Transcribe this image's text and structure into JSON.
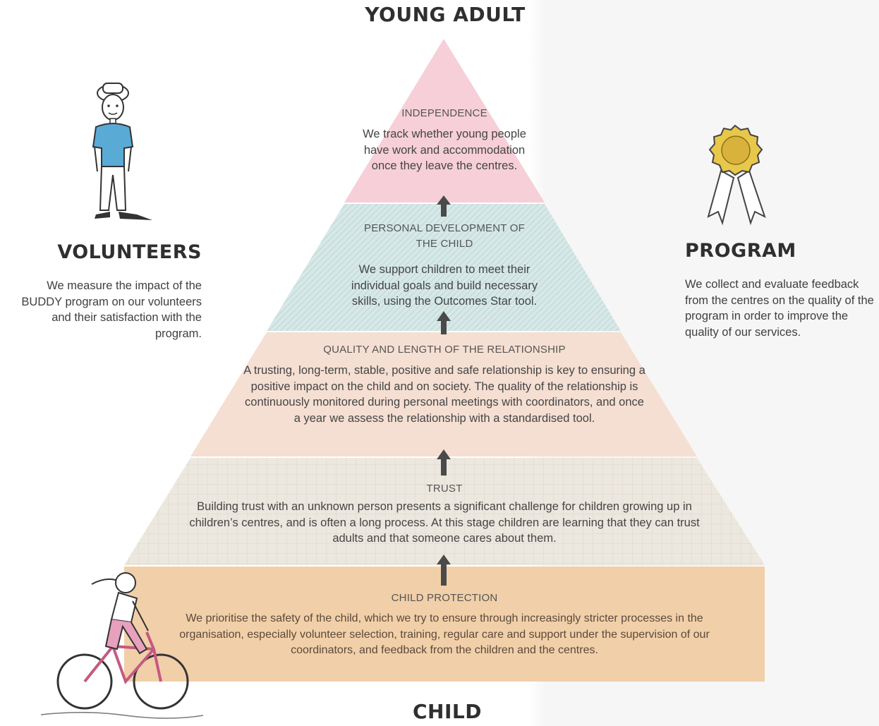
{
  "top_label": "YOUNG ADULT",
  "bottom_label": "CHILD",
  "volunteers": {
    "title": "VOLUNTEERS",
    "text": "We measure the impact of the BUDDY program on our volunteers and their satisfaction with the program."
  },
  "program": {
    "title": "PROGRAM",
    "text": "We collect and evaluate feedback from the centres on the quality of the program in order to improve the quality of our services."
  },
  "tiers": [
    {
      "title": "INDEPENDENCE",
      "text": "We track whether young people have work and accommodation once they leave the centres.",
      "color": "#f5cdd6"
    },
    {
      "title": "PERSONAL DEVELOPMENT OF THE CHILD",
      "text": "We support children to meet their individual goals and build necessary skills, using the Outcomes Star tool.",
      "color": "#cfe3e2"
    },
    {
      "title": "QUALITY AND LENGTH OF THE RELATIONSHIP",
      "text": "A trusting, long-term, stable, positive and safe relationship is key to ensuring a positive impact on the child and on society. The quality of the relationship is continuously monitored during personal meetings with coordinators, and once a year we assess the relationship with a standardised tool.",
      "color": "#f4ddd0"
    },
    {
      "title": "TRUST",
      "text": "Building trust with an unknown person presents a significant challenge for children growing up in children’s centres, and is often a long process. At this stage children are learning that they can trust adults and that someone cares about them.",
      "color": "#ebe7de"
    },
    {
      "title": "CHILD PROTECTION",
      "text": "We prioritise the safety of the child, which we try to ensure through increasingly stricter processes in the organisation, especially volunteer selection, training, regular care and support under the supervision of our coordinators, and feedback from the children and the centres.",
      "color": "#f0cfa8"
    }
  ],
  "icons": {
    "volunteer": "volunteer-illustration",
    "program": "award-rosette-icon",
    "child": "child-on-bicycle-illustration",
    "arrow": "arrow-up-icon"
  },
  "colors": {
    "heading": "#2f2f2f",
    "arrow": "#4a4a4a",
    "rosette": "#e8c84a"
  }
}
